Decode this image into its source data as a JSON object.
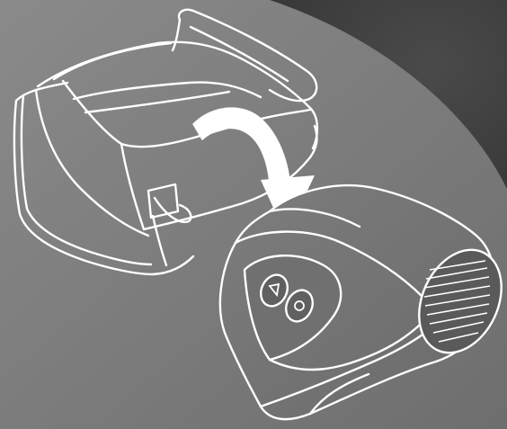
{
  "illustration": {
    "colors": {
      "background_dark": "#2b2b2b",
      "surface_gray": "#7a7a7a",
      "line_white": "#ffffff",
      "arrow_fill": "#ffffff"
    },
    "objects": [
      {
        "name": "carry-bag",
        "icon": "bag-icon"
      },
      {
        "name": "device-unit",
        "icon": "device-icon"
      },
      {
        "name": "insert-arrow",
        "icon": "curved-arrow-icon"
      }
    ]
  }
}
